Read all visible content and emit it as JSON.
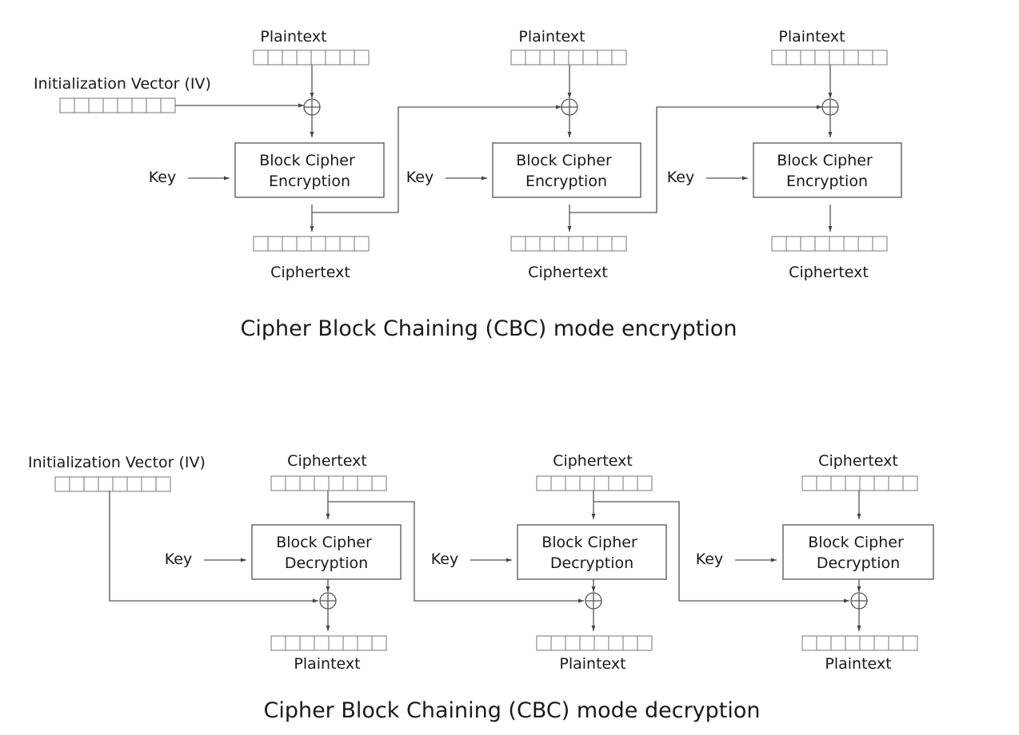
{
  "encryption": {
    "caption": "Cipher Block Chaining (CBC) mode encryption",
    "iv_label": "Initialization Vector (IV)",
    "stages": [
      {
        "input_label": "Plaintext",
        "key_label": "Key",
        "cipher_label": [
          "Block Cipher",
          "Encryption"
        ],
        "output_label": "Ciphertext"
      },
      {
        "input_label": "Plaintext",
        "key_label": "Key",
        "cipher_label": [
          "Block Cipher",
          "Encryption"
        ],
        "output_label": "Ciphertext"
      },
      {
        "input_label": "Plaintext",
        "key_label": "Key",
        "cipher_label": [
          "Block Cipher",
          "Encryption"
        ],
        "output_label": "Ciphertext"
      }
    ]
  },
  "decryption": {
    "caption": "Cipher Block Chaining (CBC) mode decryption",
    "iv_label": "Initialization Vector (IV)",
    "stages": [
      {
        "input_label": "Ciphertext",
        "key_label": "Key",
        "cipher_label": [
          "Block Cipher",
          "Decryption"
        ],
        "output_label": "Plaintext"
      },
      {
        "input_label": "Ciphertext",
        "key_label": "Key",
        "cipher_label": [
          "Block Cipher",
          "Decryption"
        ],
        "output_label": "Plaintext"
      },
      {
        "input_label": "Ciphertext",
        "key_label": "Key",
        "cipher_label": [
          "Block Cipher",
          "Decryption"
        ],
        "output_label": "Plaintext"
      }
    ]
  }
}
